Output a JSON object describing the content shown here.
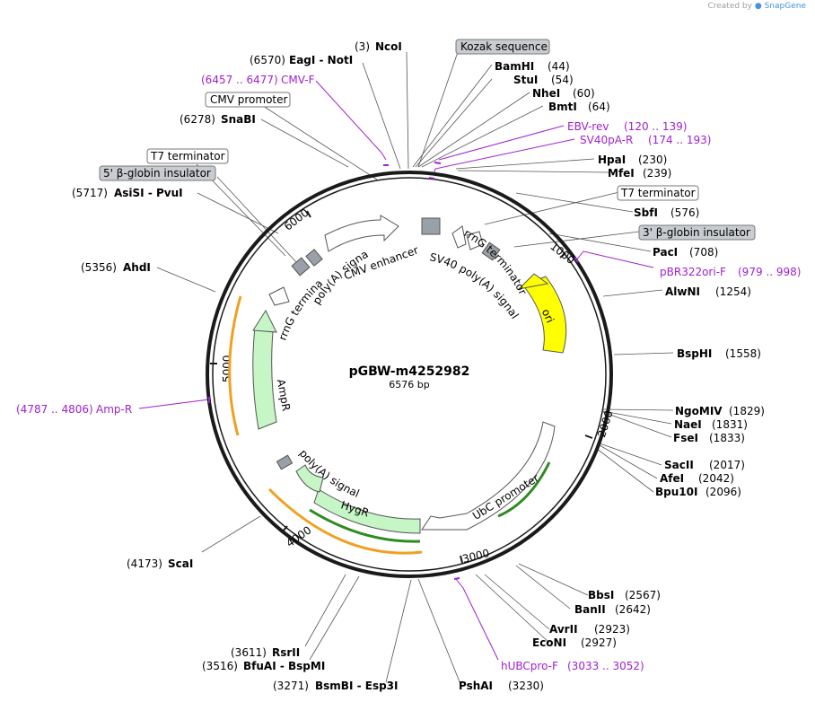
{
  "credit": {
    "prefix": "Created by",
    "brand": "SnapGene"
  },
  "plasmid": {
    "name": "pGBW-m4252982",
    "length": "6576 bp"
  },
  "ticks": [
    "1000",
    "2000",
    "3000",
    "4000",
    "5000",
    "6000"
  ],
  "enzymes": [
    {
      "name": "NcoI",
      "pos": "(3)"
    },
    {
      "name": "EagI - NotI",
      "pos": "(6570)"
    },
    {
      "name": "SnaBI",
      "pos": "(6278)"
    },
    {
      "name": "AsiSI - PvuI",
      "pos": "(5717)"
    },
    {
      "name": "AhdI",
      "pos": "(5356)"
    },
    {
      "name": "ScaI",
      "pos": "(4173)"
    },
    {
      "name": "RsrII",
      "pos": "(3611)"
    },
    {
      "name": "BfuAI - BspMI",
      "pos": "(3516)"
    },
    {
      "name": "BsmBI - Esp3I",
      "pos": "(3271)"
    },
    {
      "name": "PshAI",
      "pos": "(3230)"
    },
    {
      "name": "EcoNI",
      "pos": "(2927)"
    },
    {
      "name": "AvrII",
      "pos": "(2923)"
    },
    {
      "name": "BanII",
      "pos": "(2642)"
    },
    {
      "name": "BbsI",
      "pos": "(2567)"
    },
    {
      "name": "Bpu10I",
      "pos": "(2096)"
    },
    {
      "name": "AfeI",
      "pos": "(2042)"
    },
    {
      "name": "SacII",
      "pos": "(2017)"
    },
    {
      "name": "FseI",
      "pos": "(1833)"
    },
    {
      "name": "NaeI",
      "pos": "(1831)"
    },
    {
      "name": "NgoMIV",
      "pos": "(1829)"
    },
    {
      "name": "BspHI",
      "pos": "(1558)"
    },
    {
      "name": "AlwNI",
      "pos": "(1254)"
    },
    {
      "name": "PacI",
      "pos": "(708)"
    },
    {
      "name": "SbfI",
      "pos": "(576)"
    },
    {
      "name": "MfeI",
      "pos": "(239)"
    },
    {
      "name": "HpaI",
      "pos": "(230)"
    },
    {
      "name": "BmtI",
      "pos": "(64)"
    },
    {
      "name": "NheI",
      "pos": "(60)"
    },
    {
      "name": "StuI",
      "pos": "(54)"
    },
    {
      "name": "BamHI",
      "pos": "(44)"
    }
  ],
  "primers": [
    {
      "name": "CMV-F",
      "range": "(6457 .. 6477)"
    },
    {
      "name": "EBV-rev",
      "range": "(120 .. 139)"
    },
    {
      "name": "SV40pA-R",
      "range": "(174 .. 193)"
    },
    {
      "name": "pBR322ori-F",
      "range": "(979 .. 998)"
    },
    {
      "name": "Amp-R",
      "range": "(4787 .. 4806)"
    },
    {
      "name": "hUBCpro-F",
      "range": "(3033 .. 3052)"
    }
  ],
  "outside_features": {
    "kozak": "Kozak sequence",
    "cmv_promoter": "CMV promoter",
    "t7_terminator_left": "T7 terminator",
    "globin_5": "5' β-globin insulator",
    "t7_terminator_right": "T7 terminator",
    "globin_3": "3' β-globin insulator"
  },
  "inside_features": {
    "cmv_enhancer": "CMV enhancer",
    "polya_signal_top": "poly(A) signal",
    "rrng_left": "rrnG terminator",
    "rrng_right": "rrnG terminator",
    "sv40_polya": "SV40 poly(A) signal",
    "ori": "ori",
    "ampr": "AmpR",
    "polya_signal_bottom": "poly(A) signal",
    "hygr": "HygR",
    "ubc_promoter": "UbC promoter"
  },
  "colors": {
    "backbone": "#1a1a1a",
    "primer": "#a020d0",
    "ori": "#ffff00",
    "resistance": "#c6f5c6",
    "feature_gray": "#9aa0a8",
    "orf_orange": "#f0a020",
    "orf_green": "#2e8b20"
  }
}
